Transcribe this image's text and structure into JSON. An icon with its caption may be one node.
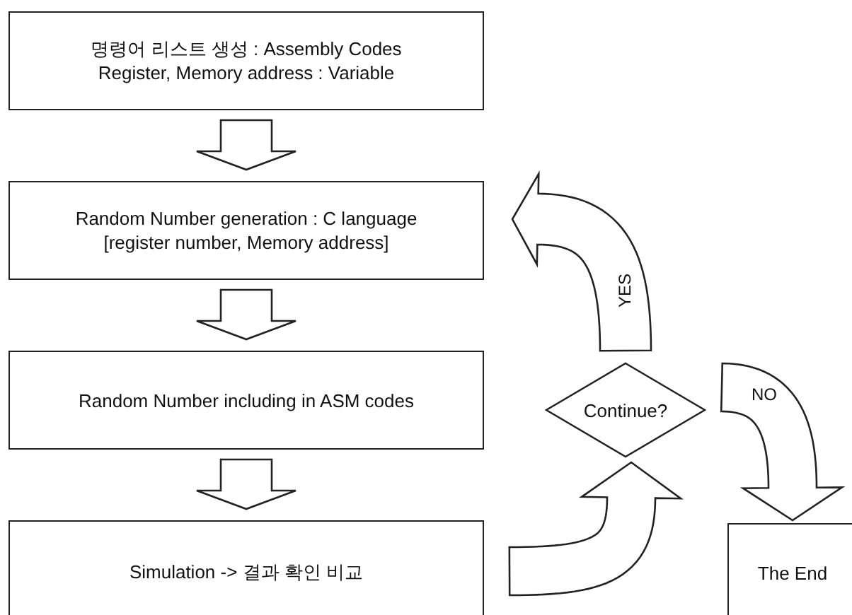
{
  "diagram": {
    "nodes": [
      {
        "text": [
          "명령어 리스트 생성 : Assembly Codes Register, Memory address : Variable"
        ]
      },
      {
        "text": [
          "Random Number generation : C language [register number, Memory address]"
        ]
      },
      {
        "text": [
          "Random Number including in ASM codes"
        ]
      },
      {
        "text": [
          "Simulation -> 결과 확인 비교"
        ]
      },
      {
        "text": [
          "Continue?"
        ]
      },
      {
        "text": [
          "The End"
        ]
      }
    ],
    "edges": [
      {
        "from": 0,
        "to": 1,
        "arrow": "to"
      },
      {
        "from": 1,
        "to": 2,
        "arrow": "to"
      },
      {
        "from": 2,
        "to": 3,
        "arrow": "to"
      },
      {
        "from": 3,
        "to": 4,
        "arrow": "to"
      },
      {
        "from": 4,
        "to": 1,
        "arrow": "to",
        "label": "YES"
      },
      {
        "from": 4,
        "to": 5,
        "arrow": "to",
        "label": "NO"
      }
    ]
  }
}
